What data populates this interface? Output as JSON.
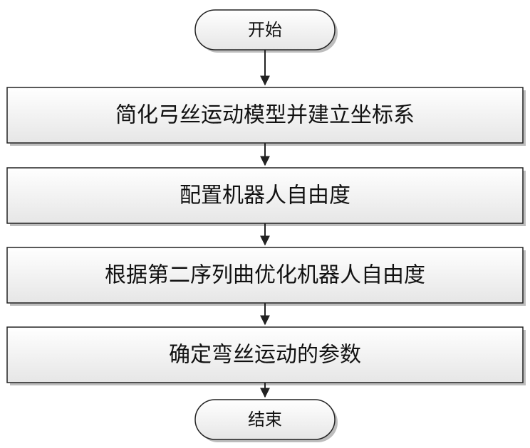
{
  "flowchart": {
    "start": {
      "label": "开始"
    },
    "steps": [
      {
        "label": "简化弓丝运动模型并建立坐标系"
      },
      {
        "label": "配置机器人自由度"
      },
      {
        "label": "根据第二序列曲优化机器人自由度"
      },
      {
        "label": "确定弯丝运动的参数"
      }
    ],
    "end": {
      "label": "结束"
    }
  },
  "colors": {
    "stroke": "#222222",
    "box_fill_top": "#ffffff",
    "box_fill_bottom": "#e6e6e6",
    "shadow": "#bdbdbd",
    "arrow": "#222222",
    "text": "#111111"
  }
}
